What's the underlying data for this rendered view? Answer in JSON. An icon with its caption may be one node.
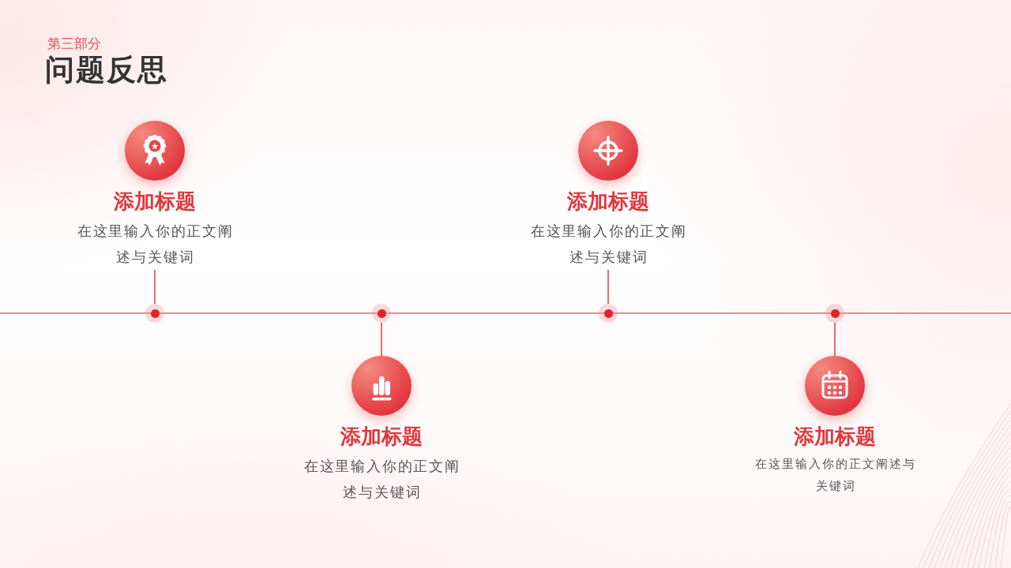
{
  "diagram": {
    "title": "问题反思",
    "nodes": [
      {
        "text": [
          "添加标题",
          "在这里输入你的正文阐述与关键词"
        ]
      },
      {
        "text": [],
        "shape": "circle"
      },
      {
        "text": [
          "添加标题",
          "在这里输入你的正文阐述与关键词"
        ]
      },
      {
        "text": [],
        "shape": "circle"
      },
      {
        "text": [
          "添加标题",
          "在这里输入你的正文阐述与关键词"
        ]
      },
      {
        "text": [],
        "shape": "circle"
      },
      {
        "text": [
          "添加标题",
          "在这里输入你的正文阐述与关键词"
        ]
      },
      {
        "text": [],
        "shape": "circle"
      }
    ],
    "edges": [
      {
        "from": 1,
        "to": 0,
        "arrow": "none"
      },
      {
        "from": 3,
        "to": 2,
        "arrow": "none"
      },
      {
        "from": 5,
        "to": 4,
        "arrow": "none"
      },
      {
        "from": 7,
        "to": 6,
        "arrow": "none"
      }
    ],
    "labels": [
      "第三部分"
    ]
  }
}
